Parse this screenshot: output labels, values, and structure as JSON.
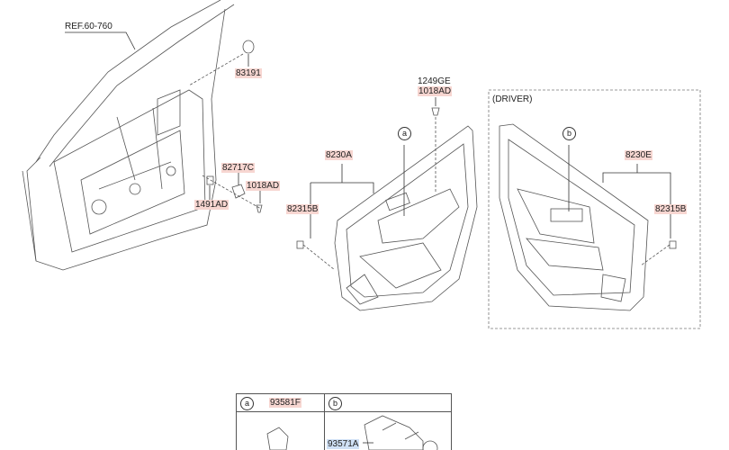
{
  "ref_label": "REF.60-760",
  "driver_label": "(DRIVER)",
  "parts": {
    "p83191": "83191",
    "p1249GE": "1249GE",
    "p1018AD_top": "1018AD",
    "p8230A": "8230A",
    "p8230E": "8230E",
    "p82717C": "82717C",
    "p1018AD_mid": "1018AD",
    "p1491AD": "1491AD",
    "p82315B_left": "82315B",
    "p82315B_right": "82315B"
  },
  "callouts": {
    "a": "a",
    "b": "b"
  },
  "table": {
    "col_a_marker": "a",
    "col_a_part": "93581F",
    "col_b_marker": "b",
    "col_b_part": "93571A"
  }
}
